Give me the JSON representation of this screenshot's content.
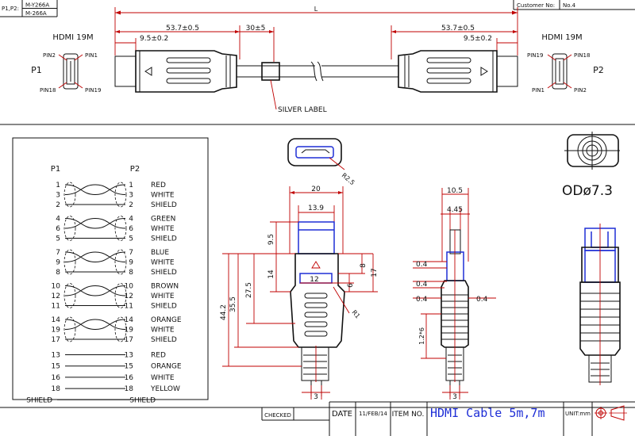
{
  "title_block": {
    "pn_label": "P1,P2:",
    "pn_1": "M-Y266A",
    "pn_2": "M-266A",
    "customer_label": "Customer No:",
    "customer_value": "No.4",
    "checked_label": "CHECKED",
    "date_label": "DATE",
    "date_value": "11/FEB/14",
    "item_label": "ITEM NO.",
    "item_value": "HDMI Cable 5m,7m",
    "unit_label": "UNIT:mm"
  },
  "colors": {
    "dimension_line": "#c00000",
    "highlight": "#1e2ed6",
    "line": "#111111"
  },
  "top_view": {
    "length_label": "L",
    "left_connector_name": "HDMI 19M",
    "right_connector_name": "HDMI 19M",
    "left_end_label": "P1",
    "right_end_label": "P2",
    "left_body_dim": "53.7±0.5",
    "left_tip_dim": "9.5±0.2",
    "label_dim": "30±5",
    "right_body_dim": "53.7±0.5",
    "right_tip_dim": "9.5±0.2",
    "silver_label": "SILVER LABEL",
    "left_pins": {
      "top_left": "PIN2",
      "top_right": "PIN1",
      "bottom_left": "PIN18",
      "bottom_right": "PIN19"
    },
    "right_pins": {
      "top_left": "PIN19",
      "top_right": "PIN18",
      "bottom_left": "PIN1",
      "bottom_right": "PIN2"
    }
  },
  "wiring": {
    "header_p1": "P1",
    "header_p2": "P2",
    "pairs": [
      {
        "rows": [
          {
            "p1": "1",
            "p2": "1",
            "color": "RED"
          },
          {
            "p1": "3",
            "p2": "3",
            "color": "WHITE"
          },
          {
            "p1": "2",
            "p2": "2",
            "color": "SHIELD"
          }
        ]
      },
      {
        "rows": [
          {
            "p1": "4",
            "p2": "4",
            "color": "GREEN"
          },
          {
            "p1": "6",
            "p2": "6",
            "color": "WHITE"
          },
          {
            "p1": "5",
            "p2": "5",
            "color": "SHIELD"
          }
        ]
      },
      {
        "rows": [
          {
            "p1": "7",
            "p2": "7",
            "color": "BLUE"
          },
          {
            "p1": "9",
            "p2": "9",
            "color": "WHITE"
          },
          {
            "p1": "8",
            "p2": "8",
            "color": "SHIELD"
          }
        ]
      },
      {
        "rows": [
          {
            "p1": "10",
            "p2": "10",
            "color": "BROWN"
          },
          {
            "p1": "12",
            "p2": "12",
            "color": "WHITE"
          },
          {
            "p1": "11",
            "p2": "11",
            "color": "SHIELD"
          }
        ]
      },
      {
        "rows": [
          {
            "p1": "14",
            "p2": "14",
            "color": "ORANGE"
          },
          {
            "p1": "19",
            "p2": "19",
            "color": "WHITE"
          },
          {
            "p1": "17",
            "p2": "17",
            "color": "SHIELD"
          }
        ]
      }
    ],
    "singles": [
      {
        "p1": "13",
        "p2": "13",
        "color": "RED"
      },
      {
        "p1": "15",
        "p2": "15",
        "color": "ORANGE"
      },
      {
        "p1": "16",
        "p2": "16",
        "color": "WHITE"
      },
      {
        "p1": "18",
        "p2": "18",
        "color": "YELLOW"
      },
      {
        "p1": "SHIELD",
        "p2": "SHIELD",
        "color": ""
      }
    ]
  },
  "front_view": {
    "radius": "R2.5",
    "outer_diameter": "ODø7.3"
  },
  "front_dims": {
    "width": "20",
    "head_width": "13.9",
    "d_9_5": "9.5",
    "d_14": "14",
    "d_12": "12",
    "d_8": "8",
    "d_6": "6",
    "d_17": "17",
    "d_27_5": "27.5",
    "d_35_5": "35.5",
    "d_44_2": "44.2",
    "radius": "R1",
    "d_3": "3"
  },
  "side_dims": {
    "width": "10.5",
    "head_width": "4.45",
    "d_04a": "0.4",
    "d_04b": "0.4",
    "d_04c": "0.4",
    "d_04d": "0.4",
    "ridge": "1.2*6",
    "d_3": "3"
  }
}
